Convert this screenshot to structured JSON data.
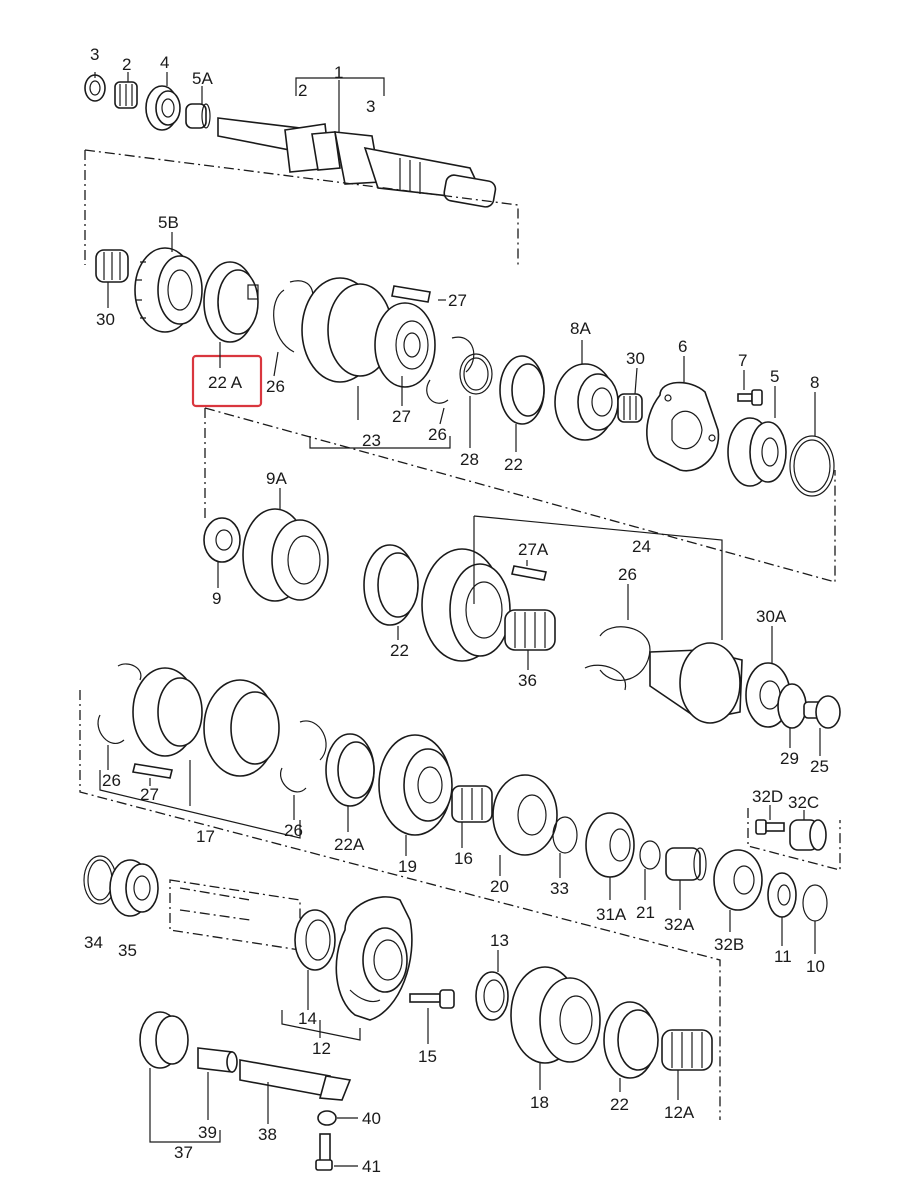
{
  "labels": {
    "l1": "1",
    "l2": "2",
    "l3": "3",
    "l3b": "3",
    "l4": "4",
    "l5a": "5A",
    "l5b": "5B",
    "l30a": "30",
    "l22a_hl": "22 A",
    "l26a": "26",
    "l27a": "27",
    "l27b": "27",
    "l23": "23",
    "l26b": "26",
    "l28": "28",
    "l22b": "22",
    "l8a": "8A",
    "l30b": "30",
    "l6": "6",
    "l7": "7",
    "l5": "5",
    "l8": "8",
    "l9a": "9A",
    "l9": "9",
    "l22c": "22",
    "l27c": "27A",
    "l24": "24",
    "l26c": "26",
    "l36": "36",
    "l30c": "30A",
    "l29": "29",
    "l25": "25",
    "l26d": "26",
    "l27d": "27",
    "l17": "17",
    "l26e": "26",
    "l22d": "22A",
    "l19": "19",
    "l16": "16",
    "l20": "20",
    "l33": "33",
    "l31a": "31A",
    "l21": "21",
    "l32a": "32A",
    "l32b": "32B",
    "l32d": "32D",
    "l32c": "32C",
    "l11": "11",
    "l10": "10",
    "l34": "34",
    "l35": "35",
    "l14": "14",
    "l12": "12",
    "l15": "15",
    "l13": "13",
    "l18": "18",
    "l22e": "22",
    "l12a": "12A",
    "l37": "37",
    "l39": "39",
    "l38": "38",
    "l40": "40",
    "l41": "41"
  },
  "highlight": {
    "label": "22 A",
    "color": "#d9363e"
  }
}
